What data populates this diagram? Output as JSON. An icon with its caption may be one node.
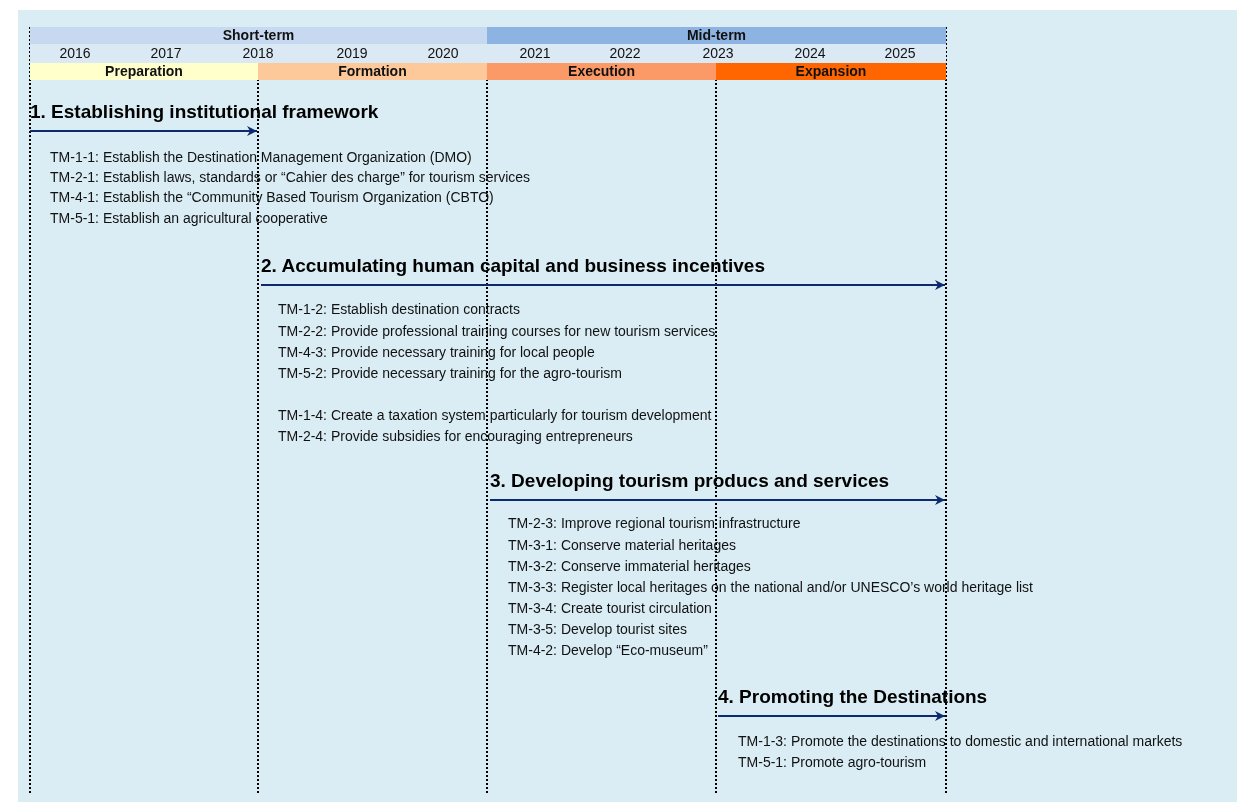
{
  "diagram": {
    "nodes": [
      {
        "text": [
          "Short-term"
        ]
      },
      {
        "text": [
          "Mid-term"
        ]
      },
      {
        "text": [
          "Preparation"
        ]
      },
      {
        "text": [
          "Formation"
        ]
      },
      {
        "text": [
          "Execution"
        ]
      },
      {
        "text": [
          "Expansion"
        ]
      }
    ],
    "labels": [
      "2016",
      "2017",
      "2018",
      "2019",
      "2020",
      "2021",
      "2022",
      "2023",
      "2024",
      "2025",
      "1. Establishing institutional framework",
      "TM-1-1: Establish the Destination Management Organization (DMO)",
      "TM-2-1: Establish laws, standards or “Cahier des charge” for tourism services",
      "TM-4-1: Establish the “Community Based Tourism Organization (CBTO)",
      "TM-5-1: Establish an agricultural cooperative",
      "2. Accumulating human capital and business incentives",
      "TM-1-2: Establish destination contracts",
      "TM-2-2: Provide professional training courses for new tourism services",
      "TM-4-3: Provide necessary training for local people",
      "TM-5-2: Provide necessary training for the agro-tourism",
      "TM-1-4: Create a taxation system particularly for tourism development",
      "TM-2-4: Provide subsidies for encouraging entrepreneurs",
      "3. Developing tourism producs and services",
      "TM-2-3: Improve regional tourism infrastructure",
      "TM-3-1: Conserve material heritages",
      "TM-3-2: Conserve immaterial heritages",
      "TM-3-3: Register local heritages on the national and/or UNESCO’s world heritage list",
      "TM-3-4: Create tourist circulation",
      "TM-3-5: Develop tourist sites",
      "TM-4-2: Develop “Eco-museum”",
      "4. Promoting the Destinations",
      "TM-1-3: Promote the destinations to domestic and international markets",
      "TM-5-1: Promote agro-tourism"
    ]
  }
}
